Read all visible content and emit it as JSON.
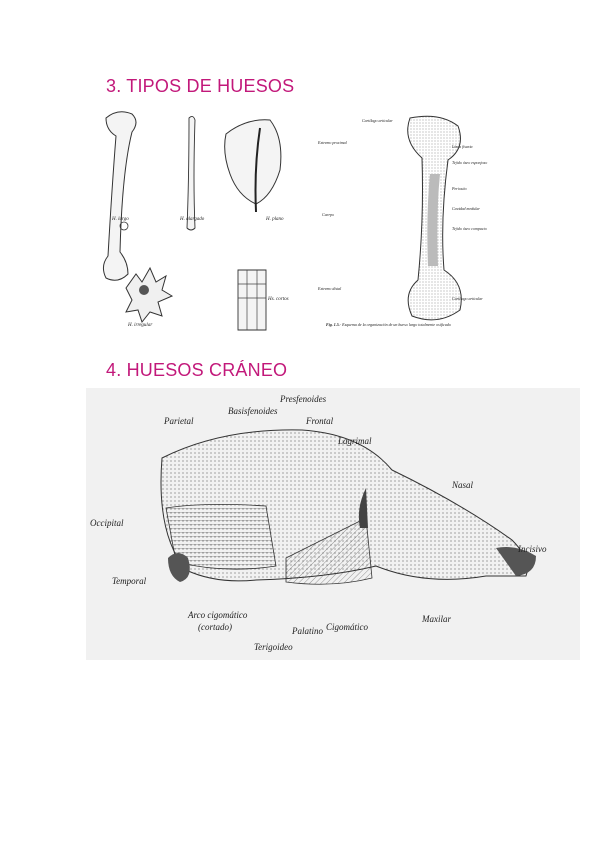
{
  "section3": {
    "heading": "3. TIPOS DE HUESOS",
    "bone_labels": {
      "largo": "H. largo",
      "alargado": "H. alargado",
      "plano": "H. plano",
      "irregular": "H. irregular",
      "cortos": "Hs. cortos"
    },
    "long_bone_labels": {
      "cartilago_top": "Cartílago articular",
      "extremo_proximal": "Extremo proximal",
      "linea_fisaria": "Línea fisaria",
      "tejido_oseo_esponjoso": "Tejido óseo esponjoso",
      "periostio": "Periostio",
      "cuerpo": "Cuerpo",
      "cavidad_medular": "Cavidad medular",
      "tejido_oseo_compacto": "Tejido óseo compacto",
      "extremo_distal": "Extremo distal",
      "cartilago_bottom": "Cartílago articular"
    },
    "caption_bold": "Fig. 1.5.-",
    "caption_rest": " Esquema de la organización de un hueso largo totalmente osificado"
  },
  "section4": {
    "heading": "4. HUESOS CRÁNEO",
    "skull_labels": {
      "presfenoides": "Presfenoides",
      "basisfenoides": "Basisfenoides",
      "parietal": "Parietal",
      "frontal": "Frontal",
      "lagrimal": "Lagrimal",
      "nasal": "Nasal",
      "occipital": "Occipital",
      "incisivo": "Incisivo",
      "temporal": "Temporal",
      "arco": "Arco cigomático",
      "cortado": "(cortado)",
      "cigomatico": "Cigomático",
      "maxilar": "Maxilar",
      "palatino": "Palatino",
      "terigoideo": "Terigoideo"
    }
  }
}
